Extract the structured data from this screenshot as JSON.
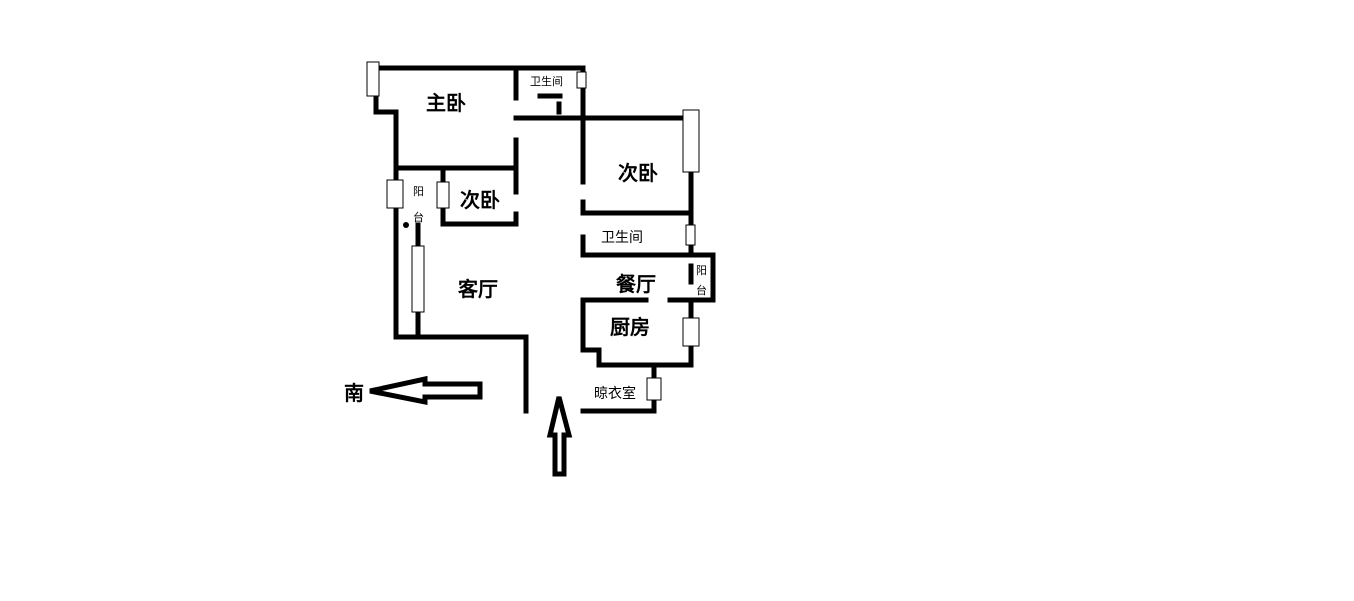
{
  "rooms": {
    "master_bedroom": "主卧",
    "bathroom_top": "卫生间",
    "second_bedroom_right": "次卧",
    "second_bedroom_left": "次卧",
    "balcony_left_1": "阳",
    "balcony_left_2": "台",
    "bathroom_mid": "卫生间",
    "balcony_right_1": "阳",
    "balcony_right_2": "台",
    "living_room": "客厅",
    "dining_room": "餐厅",
    "kitchen": "厨房",
    "drying_room": "晾衣室"
  },
  "compass": {
    "label": "南"
  },
  "colors": {
    "wall": "#000000",
    "background": "#ffffff"
  }
}
